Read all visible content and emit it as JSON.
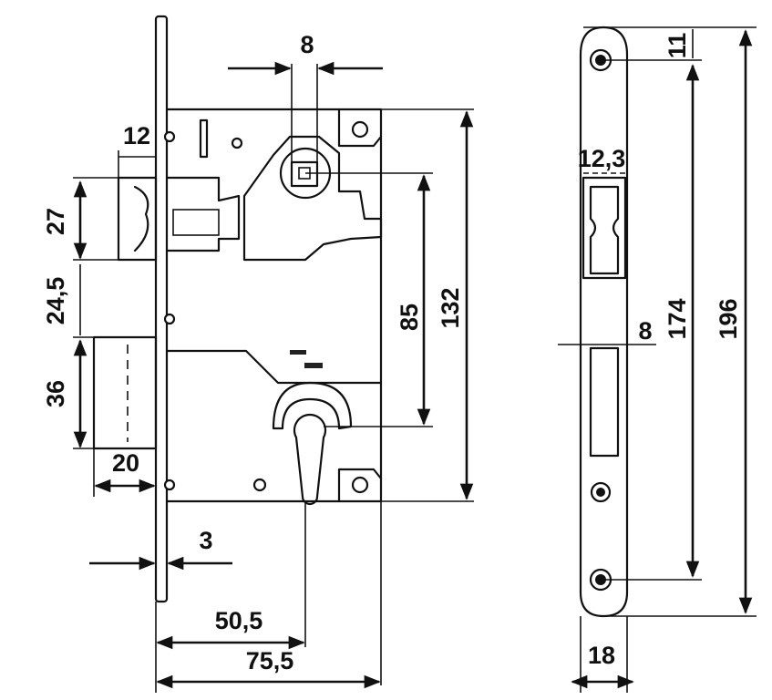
{
  "diagram": {
    "dimension_labels": {
      "cam_width": "8",
      "bolt_depth": "12",
      "latch_height": "27",
      "gap_height": "24,5",
      "bolt_height": "36",
      "bolt_throw": "20",
      "plate_thickness": "3",
      "backset_cylinder": "50,5",
      "case_depth": "75,5",
      "center_distance": "85",
      "case_height": "132",
      "screw_offset": "11",
      "latch_slot_width": "12,3",
      "bolt_slot_width": "8",
      "screw_spacing": "174",
      "plate_height": "196",
      "plate_width": "18"
    },
    "colors": {
      "line": "#111111",
      "background": "#ffffff"
    }
  }
}
